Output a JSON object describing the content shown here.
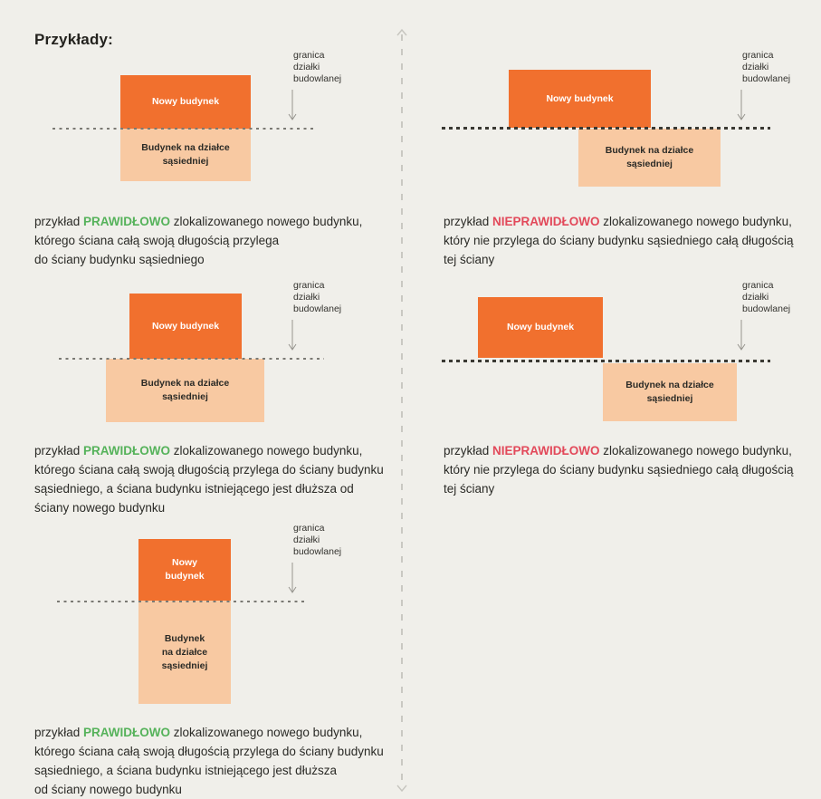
{
  "page": {
    "title": "Przykłady:"
  },
  "colors": {
    "background": "#F0EFEA",
    "new_building": "#F1702E",
    "neighbor_building": "#F8C9A2",
    "correct": "#55B25A",
    "incorrect": "#E2495A",
    "divider": "#C9C8C2"
  },
  "labels": {
    "boundary": "granica\ndziałki\nbudowlanej",
    "new_building": "Nowy budynek",
    "new_building_stacked": "Nowy\nbudynek",
    "neighbor_building": "Budynek na działce\nsąsiedniej",
    "neighbor_building_stacked": "Budynek\nna działce\nsąsiedniej"
  },
  "examples": [
    {
      "prefix": "przykład ",
      "keyword": "PRAWIDŁOWO",
      "status": "correct",
      "text": " zlokalizowanego nowego budynku,\nktórego ściana całą swoją długością przylega\ndo ściany budynku sąsiedniego"
    },
    {
      "prefix": "przykład ",
      "keyword": "NIEPRAWIDŁOWO",
      "status": "incorrect",
      "text": " zlokalizowanego nowego budynku,\nktóry nie przylega do ściany budynku sąsiedniego całą długością\ntej ściany"
    },
    {
      "prefix": "przykład ",
      "keyword": "PRAWIDŁOWO",
      "status": "correct",
      "text": " zlokalizowanego nowego budynku,\nktórego ściana całą swoją długością przylega do ściany budynku\nsąsiedniego, a ściana budynku istniejącego jest dłuższa od\nściany nowego budynku"
    },
    {
      "prefix": "przykład ",
      "keyword": "NIEPRAWIDŁOWO",
      "status": "incorrect",
      "text": " zlokalizowanego nowego budynku,\nktóry nie przylega do ściany budynku sąsiedniego całą długością\ntej ściany"
    },
    {
      "prefix": "przykład ",
      "keyword": "PRAWIDŁOWO",
      "status": "correct",
      "text": " zlokalizowanego nowego budynku,\nktórego ściana całą swoją długością przylega do ściany budynku\nsąsiedniego, a ściana budynku istniejącego jest dłuższa\nod ściany nowego budynku"
    }
  ]
}
